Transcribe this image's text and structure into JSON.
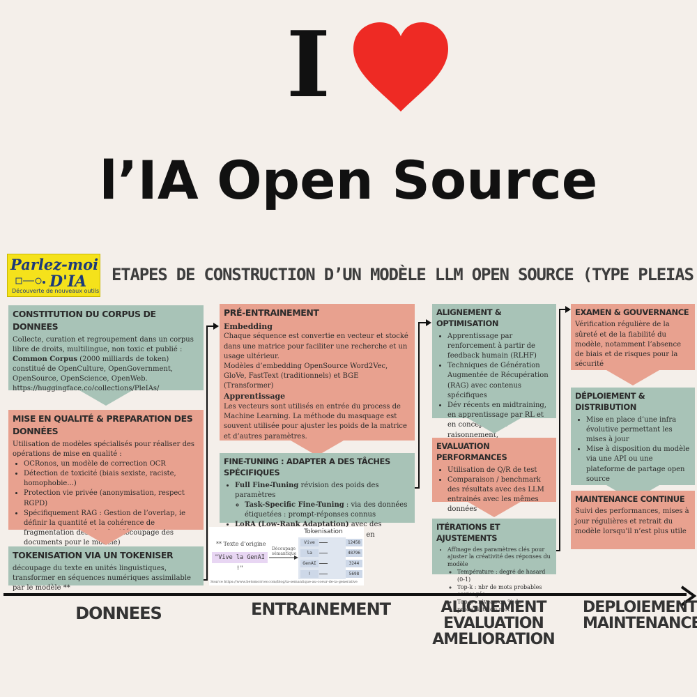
{
  "hero": {
    "i": "I",
    "title": "l’IA Open Source"
  },
  "logo": {
    "line1": "Parlez-moi",
    "line2": "D'IA",
    "line3": "Découverte de nouveaux outils"
  },
  "main_title": "ETAPES DE CONSTRUCTION D’UN MODÈLE LLM OPEN SOURCE (TYPE PLEIAS.FR)",
  "colors": {
    "green": "#a8c3b7",
    "salmon": "#e8a18f",
    "heart": "#ee2a24",
    "logo": "#f5e21b"
  },
  "col1": {
    "corpus": {
      "title": "CONSTITUTION DU CORPUS DE DONNEES",
      "p1": "Collecte, curation et regroupement dans un corpus libre de droits, multilingue, non toxic et publié :",
      "p2_bold": "Common Corpus",
      "p2_rest": " (2000 milliards de token) constitué de OpenCulture, OpenGovernment, OpenSource, OpenScience, OpenWeb.",
      "p3": "https://huggingface.co/collections/PleIAs/"
    },
    "qualite": {
      "title": "MISE EN QUALITÉ & PREPARATION DES DONNÉES",
      "intro": "Utilisation de modèles spécialisés pour réaliser des opérations de mise en qualité :",
      "items": [
        "OCRonos, un modèle de correction OCR",
        "Détection de toxicité (biais sexiste, raciste, homophobie...)",
        "Protection vie privée (anonymisation, respect RGPD)",
        "Spécifiquement RAG : Gestion de l’overlap, ie définir la quantité et la cohérence de fragmentation des chunks (découpage des documents pour le modèle)"
      ]
    },
    "tokenisation": {
      "title": "TOKENISATION VIA UN TOKENISER",
      "text": "découpage du texte en unités linguistiques, transformer en séquences numériques assimilable par le modèle **"
    }
  },
  "col2": {
    "pre": {
      "title": "PRÉ-ENTRAINEMENT",
      "h1": "Embedding",
      "p1": "Chaque séquence est convertie en vecteur et stocké dans une matrice pour faciliter une recherche et un usage ultérieur.",
      "p2": "Modèles d’embedding OpenSource Word2Vec, GloVe, FastText (traditionnels) et BGE (Transformer)",
      "h2": "Apprentissage",
      "p3": "Les vecteurs sont utilisés en entrée du process de Machine Learning. La méthode du masquage est souvent utilisée pour ajuster les poids de la matrice et d’autres paramètres."
    },
    "finetune": {
      "title": "FINE-TUNING : ADAPTER A DES TÂCHES SPÉCIFIQUES",
      "i1_bold": "Full Fine-Tuning",
      "i1_rest": " révision des poids des paramètres",
      "sub_bold": "Task-Specific Fine-Tuning",
      "sub_rest": " : via des données étiquetées : prompt-réponses connus",
      "i2_bold": "LoRA (Low-Rank Adaptation)",
      "i2_rest": " avec des techniques de fine-tuning efficientes en paramètres (PEFT)"
    },
    "tok_figure": {
      "origin_label": "** Texte d’origine",
      "origin_text": "\"Vive la GenAI !\"",
      "arrow_label_1": "Découpage",
      "arrow_label_2": "sémantique",
      "header": "Tokenisation",
      "tokens": [
        "Vive",
        "la",
        "GenAI",
        "!"
      ],
      "ids": [
        "12458",
        "48796",
        "3244",
        "5698"
      ],
      "source": "Source https://www.betomorrow.com/blog/ia-semantique-au-coeur-de-ia-generative"
    }
  },
  "col3": {
    "align": {
      "title": "ALIGNEMENT & OPTIMISATION",
      "items": [
        "Apprentissage par renforcement à partir de feedback humain (RLHF)",
        "Techniques de Génération Augmentée de Récupération (RAG) avec contenus spécifiques",
        "Dév récents en midtraining, en apprentissage par RL et en conception de raisonnement,"
      ]
    },
    "eval": {
      "title": "EVALUATION PERFORMANCES",
      "items": [
        "Utilisation de Q/R de test",
        "Comparaison / benchmark des résultats avec des LLM entrainés avec les mêmes données"
      ]
    },
    "iter": {
      "title": "ITÉRATIONS ET AJUSTEMENTS",
      "item": "Affinage des paramètres clés pour ajuster la créativité des réponses du modèle",
      "subs": [
        "Température : degré de hasard (0-1)",
        "Top-k : nbr de mots probables envisagés",
        "Top-p : niveau en % de probabilité du mot"
      ]
    }
  },
  "col4": {
    "exam": {
      "title": "EXAMEN & GOUVERNANCE",
      "text": "Vérification régulière de la sûreté et de la fiabilité du modèle, notamment l’absence de biais et de risques pour la sécurité"
    },
    "deploy": {
      "title": "DÉPLOIEMENT & DISTRIBUTION",
      "items": [
        "Mise en place d’une infra évolutive permettant les mises à jour",
        "Mise à disposition du modèle via une API ou une plateforme de partage open source"
      ]
    },
    "maint": {
      "title": "MAINTENANCE CONTINUE",
      "text": "Suivi des performances, mises à jour régulières et retrait du modèle lorsqu’il n’est plus utile"
    }
  },
  "timeline": {
    "labels": [
      {
        "line1": "DONNEES",
        "line2": ""
      },
      {
        "line1": "ENTRAINEMENT",
        "line2": ""
      },
      {
        "line1": "ALIGNEMENT EVALUATION",
        "line2": "AMELIORATION"
      },
      {
        "line1": "DEPLOIEMENT",
        "line2": "MAINTENANCE"
      }
    ]
  }
}
